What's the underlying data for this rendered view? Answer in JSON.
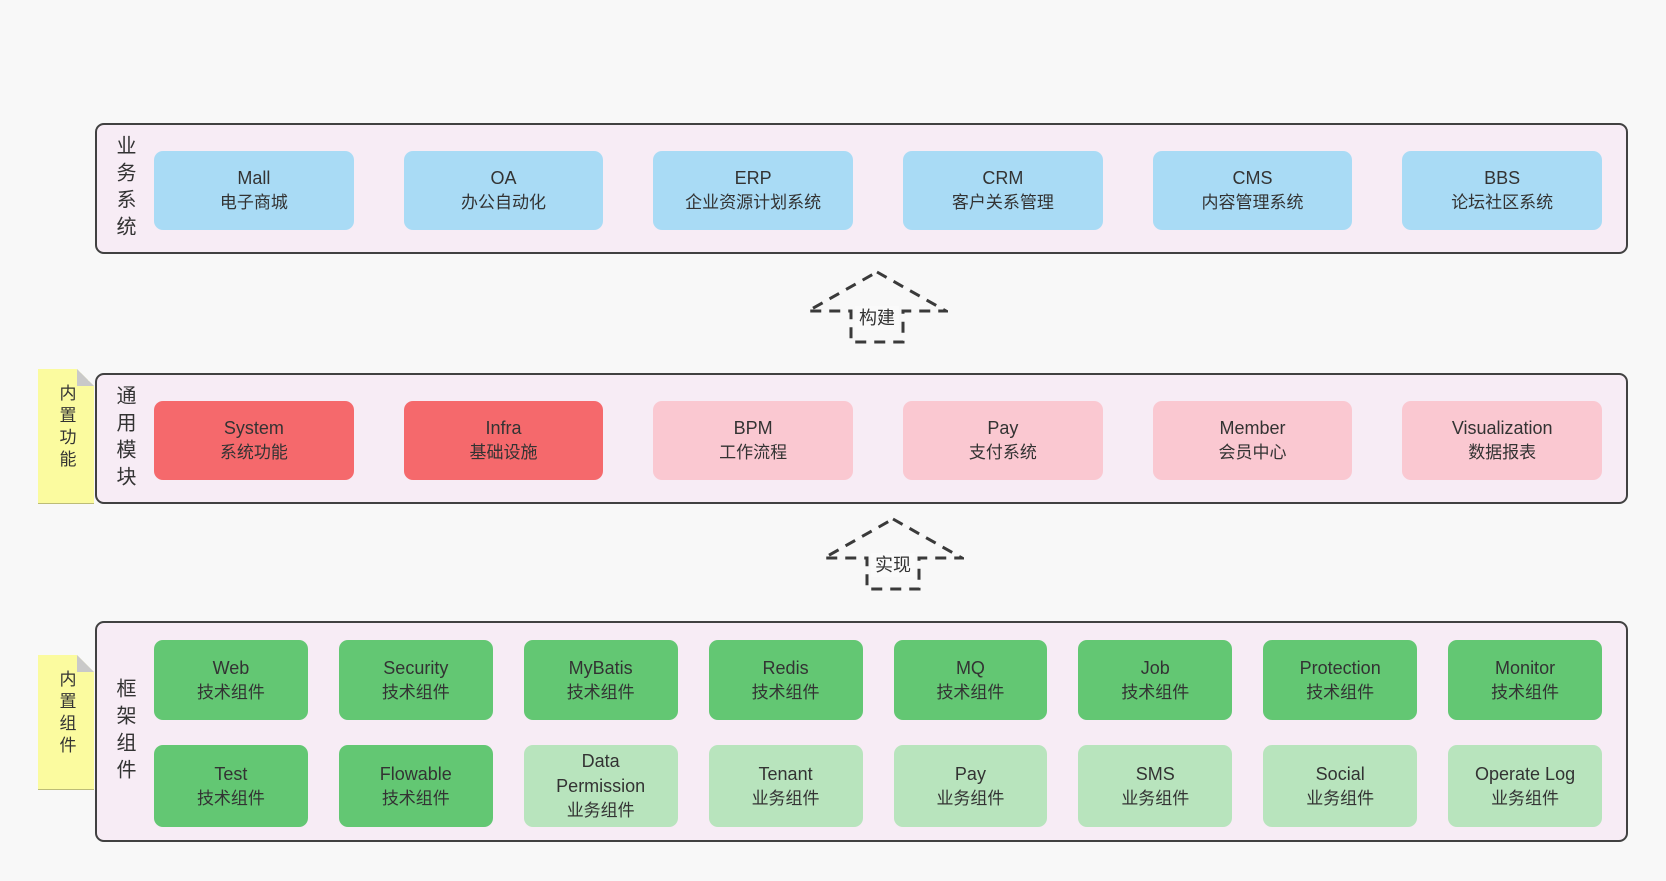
{
  "colors": {
    "canvas_bg": "#f8f8f8",
    "layer_bg": "#f7ecf5",
    "layer_border": "#414141",
    "blue_box": "#a9dbf5",
    "red_box": "#f5696c",
    "pink_box": "#fac8d1",
    "green_box": "#63c773",
    "light_green_box": "#b8e4bd",
    "note_yellow": "#fbfb9f",
    "note_fold": "#c9c9c9",
    "text": "#333333",
    "arrow_stroke": "#3a3a3a"
  },
  "arrows": [
    {
      "label": "构建"
    },
    {
      "label": "实现"
    }
  ],
  "layers": {
    "business": {
      "label": "业务系统",
      "boxes": [
        {
          "title": "Mall",
          "subtitle": "电子商城"
        },
        {
          "title": "OA",
          "subtitle": "办公自动化"
        },
        {
          "title": "ERP",
          "subtitle": "企业资源计划系统"
        },
        {
          "title": "CRM",
          "subtitle": "客户关系管理"
        },
        {
          "title": "CMS",
          "subtitle": "内容管理系统"
        },
        {
          "title": "BBS",
          "subtitle": "论坛社区系统"
        }
      ]
    },
    "modules": {
      "label": "通用模块",
      "note": "内置功能",
      "boxes": [
        {
          "title": "System",
          "subtitle": "系统功能"
        },
        {
          "title": "Infra",
          "subtitle": "基础设施"
        },
        {
          "title": "BPM",
          "subtitle": "工作流程"
        },
        {
          "title": "Pay",
          "subtitle": "支付系统"
        },
        {
          "title": "Member",
          "subtitle": "会员中心"
        },
        {
          "title": "Visualization",
          "subtitle": "数据报表"
        }
      ]
    },
    "components": {
      "label": "框架组件",
      "note": "内置组件",
      "row1": [
        {
          "title": "Web",
          "subtitle": "技术组件"
        },
        {
          "title": "Security",
          "subtitle": "技术组件"
        },
        {
          "title": "MyBatis",
          "subtitle": "技术组件"
        },
        {
          "title": "Redis",
          "subtitle": "技术组件"
        },
        {
          "title": "MQ",
          "subtitle": "技术组件"
        },
        {
          "title": "Job",
          "subtitle": "技术组件"
        },
        {
          "title": "Protection",
          "subtitle": "技术组件"
        },
        {
          "title": "Monitor",
          "subtitle": "技术组件"
        }
      ],
      "row2": [
        {
          "title": "Test",
          "subtitle": "技术组件"
        },
        {
          "title": "Flowable",
          "subtitle": "技术组件"
        },
        {
          "title": "Data Permission",
          "subtitle": "业务组件"
        },
        {
          "title": "Tenant",
          "subtitle": "业务组件"
        },
        {
          "title": "Pay",
          "subtitle": "业务组件"
        },
        {
          "title": "SMS",
          "subtitle": "业务组件"
        },
        {
          "title": "Social",
          "subtitle": "业务组件"
        },
        {
          "title": "Operate Log",
          "subtitle": "业务组件"
        }
      ]
    }
  }
}
